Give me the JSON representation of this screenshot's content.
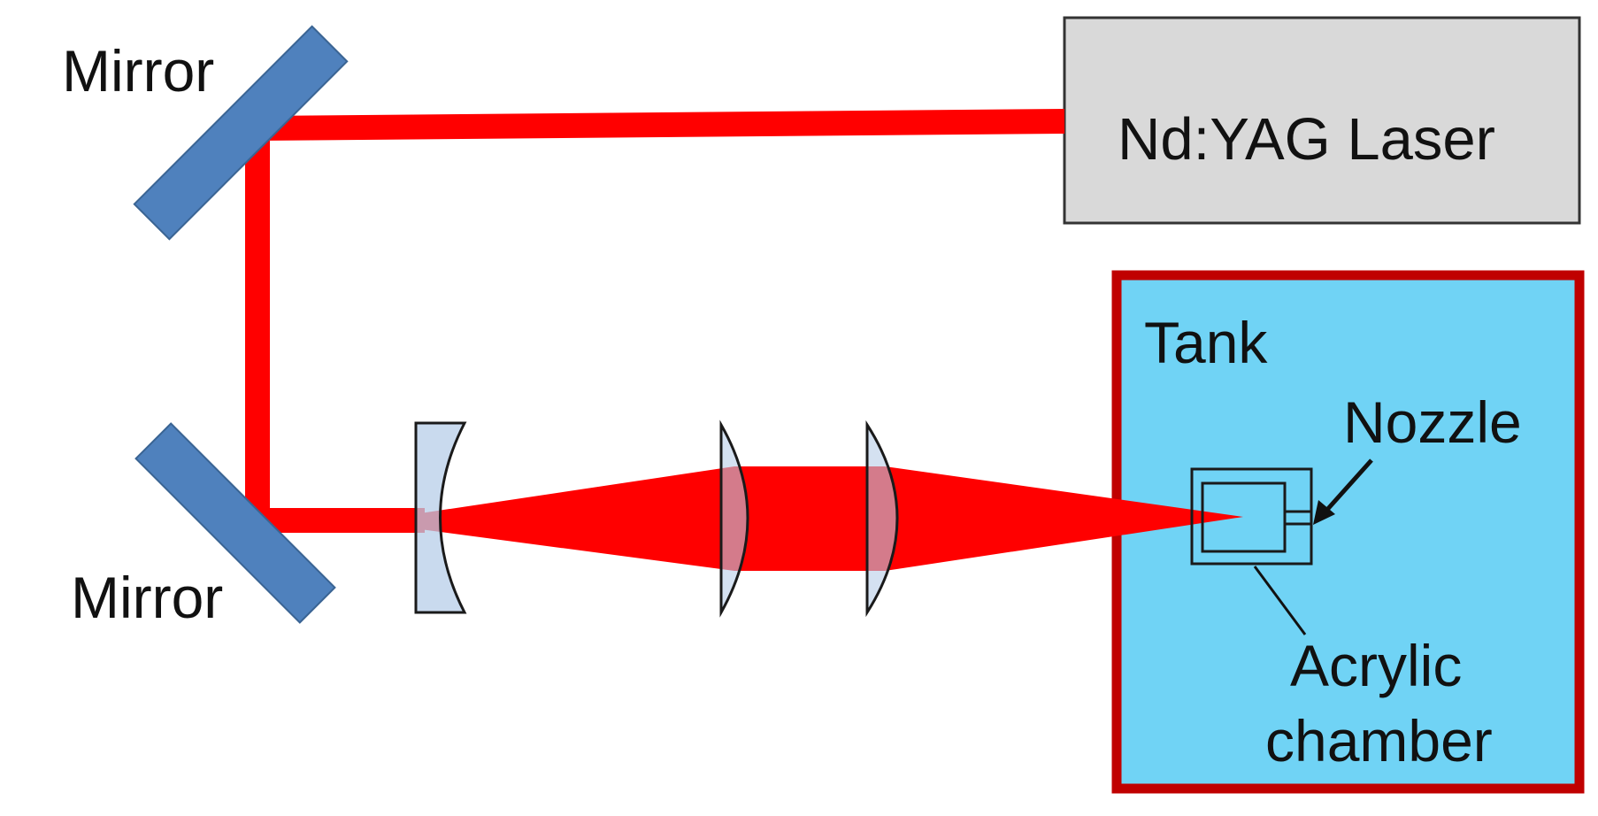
{
  "colors": {
    "beam": "#ff0000",
    "mirror_fill": "#4f81bd",
    "mirror_stroke": "#3a6493",
    "laser_box_fill": "#d9d9d9",
    "tank_fill": "#70d3f5",
    "tank_border": "#c00000",
    "lens_fill": "#b7cde8",
    "outline": "#1a1a1a"
  },
  "labels": {
    "mirror_top": "Mirror",
    "mirror_bottom": "Mirror",
    "laser": "Nd:YAG Laser",
    "tank": "Tank",
    "nozzle": "Nozzle",
    "acrylic_line1": "Acrylic",
    "acrylic_line2": "chamber"
  }
}
